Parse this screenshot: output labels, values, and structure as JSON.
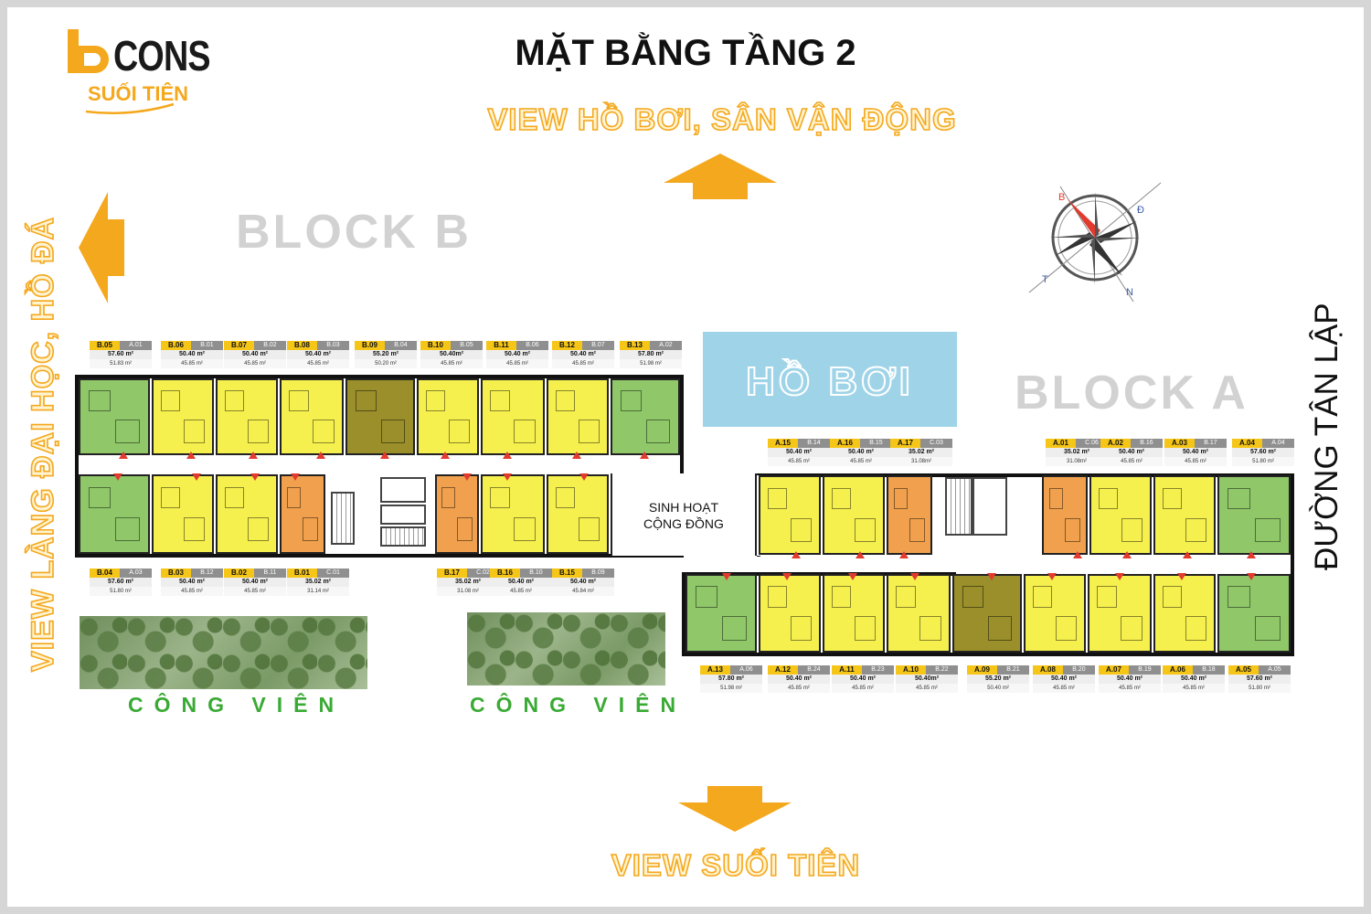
{
  "brand": {
    "name": "CONS",
    "sub": "SUỐI TIÊN",
    "color": "#f4a81d"
  },
  "title": "MẶT BẰNG TẦNG 2",
  "views": {
    "top": "VIEW HỒ BƠI, SÂN VẬN ĐỘNG",
    "bottom": "VIEW SUỐI TIÊN",
    "left": "VIEW LÀNG ĐẠI HỌC, HỒ ĐÁ"
  },
  "road": "ĐƯỜNG TÂN LẬP",
  "blocks": {
    "b": "BLOCK B",
    "a": "BLOCK A"
  },
  "pool": "HỒ BƠI",
  "community": {
    "line1": "SINH HOẠT",
    "line2": "CỘNG ĐỒNG"
  },
  "parks": {
    "left": "CÔNG VIÊN",
    "right": "CÔNG VIÊN"
  },
  "compass": {
    "n": "B",
    "e": "Đ",
    "s": "N",
    "w": "T"
  },
  "colors": {
    "accent": "#f4a81d",
    "unit_standard": "#f6f04e",
    "unit_corner": "#8fc769",
    "unit_small": "#f1a14e",
    "unit_special": "#9a8f2a",
    "pool": "#9fd4e8"
  },
  "units": {
    "b_top": [
      {
        "tag": "B.05",
        "sub": "A.01",
        "area": "57.60 m²",
        "net": "51.83 m²"
      },
      {
        "tag": "B.06",
        "sub": "B.01",
        "area": "50.40 m²",
        "net": "45.85 m²"
      },
      {
        "tag": "B.07",
        "sub": "B.02",
        "area": "50.40 m²",
        "net": "45.85 m²"
      },
      {
        "tag": "B.08",
        "sub": "B.03",
        "area": "50.40 m²",
        "net": "45.85 m²"
      },
      {
        "tag": "B.09",
        "sub": "B.04",
        "area": "55.20 m²",
        "net": "50.20 m²"
      },
      {
        "tag": "B.10",
        "sub": "B.05",
        "area": "50.40m²",
        "net": "45.85 m²"
      },
      {
        "tag": "B.11",
        "sub": "B.06",
        "area": "50.40 m²",
        "net": "45.85 m²"
      },
      {
        "tag": "B.12",
        "sub": "B.07",
        "area": "50.40 m²",
        "net": "45.85 m²"
      },
      {
        "tag": "B.13",
        "sub": "A.02",
        "area": "57.80 m²",
        "net": "51.98 m²"
      }
    ],
    "b_bottom": [
      {
        "tag": "B.04",
        "sub": "A.03",
        "area": "57.60 m²",
        "net": "51.80 m²"
      },
      {
        "tag": "B.03",
        "sub": "B.12",
        "area": "50.40 m²",
        "net": "45.85 m²"
      },
      {
        "tag": "B.02",
        "sub": "B.11",
        "area": "50.40 m²",
        "net": "45.85 m²"
      },
      {
        "tag": "B.01",
        "sub": "C.01",
        "area": "35.02 m²",
        "net": "31.14 m²"
      },
      {
        "tag": "B.17",
        "sub": "C.02",
        "area": "35.02 m²",
        "net": "31.08 m²"
      },
      {
        "tag": "B.16",
        "sub": "B.10",
        "area": "50.40 m²",
        "net": "45.85 m²"
      },
      {
        "tag": "B.15",
        "sub": "B.09",
        "area": "50.40 m²",
        "net": "45.84 m²"
      }
    ],
    "a_top": [
      {
        "tag": "A.15",
        "sub": "B.14",
        "area": "50.40 m²",
        "net": "45.85 m²"
      },
      {
        "tag": "A.16",
        "sub": "B.15",
        "area": "50.40 m²",
        "net": "45.85 m²"
      },
      {
        "tag": "A.17",
        "sub": "C.03",
        "area": "35.02 m²",
        "net": "31.08m²"
      },
      {
        "tag": "A.01",
        "sub": "C.06",
        "area": "35.02 m²",
        "net": "31.08m²"
      },
      {
        "tag": "A.02",
        "sub": "B.16",
        "area": "50.40 m²",
        "net": "45.85 m²"
      },
      {
        "tag": "A.03",
        "sub": "B.17",
        "area": "50.40 m²",
        "net": "45.85 m²"
      },
      {
        "tag": "A.04",
        "sub": "A.04",
        "area": "57.60 m²",
        "net": "51.80 m²"
      }
    ],
    "a_bottom": [
      {
        "tag": "A.13",
        "sub": "A.06",
        "area": "57.80 m²",
        "net": "51.98 m²"
      },
      {
        "tag": "A.12",
        "sub": "B.24",
        "area": "50.40 m²",
        "net": "45.85 m²"
      },
      {
        "tag": "A.11",
        "sub": "B.23",
        "area": "50.40 m²",
        "net": "45.85 m²"
      },
      {
        "tag": "A.10",
        "sub": "B.22",
        "area": "50.40m²",
        "net": "45.85 m²"
      },
      {
        "tag": "A.09",
        "sub": "B.21",
        "area": "55.20 m²",
        "net": "50.40 m²"
      },
      {
        "tag": "A.08",
        "sub": "B.20",
        "area": "50.40 m²",
        "net": "45.85 m²"
      },
      {
        "tag": "A.07",
        "sub": "B.19",
        "area": "50.40 m²",
        "net": "45.85 m²"
      },
      {
        "tag": "A.06",
        "sub": "B.18",
        "area": "50.40 m²",
        "net": "45.85 m²"
      },
      {
        "tag": "A.05",
        "sub": "A.05",
        "area": "57.60 m²",
        "net": "51.80 m²"
      }
    ]
  }
}
